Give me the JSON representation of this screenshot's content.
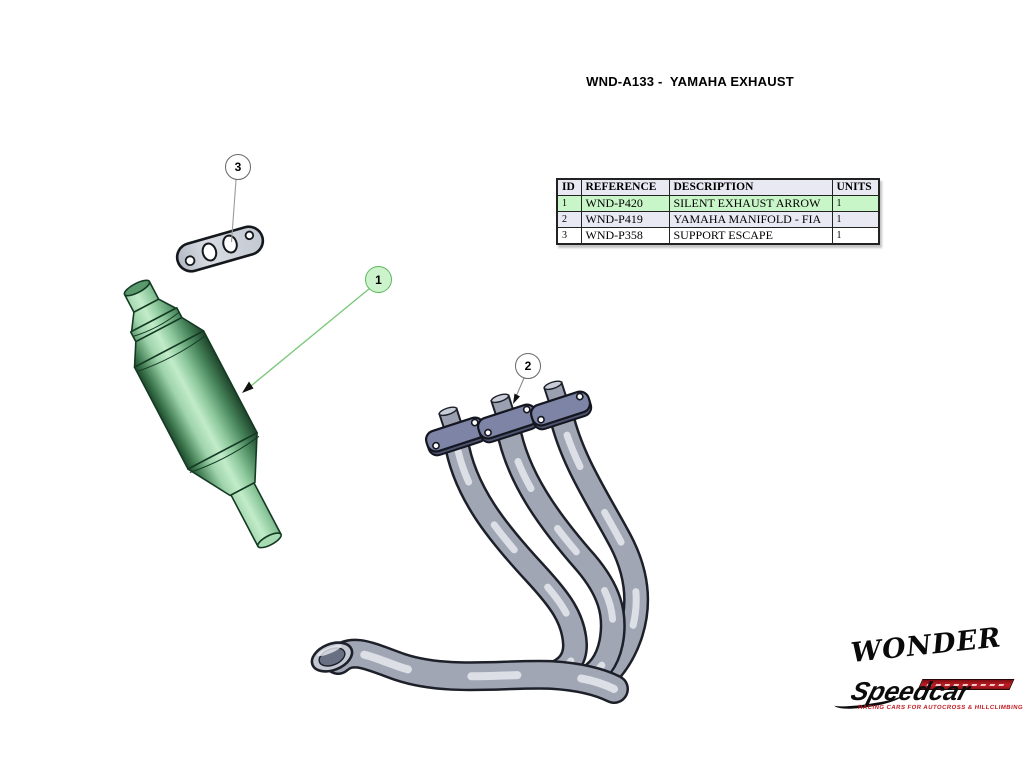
{
  "header": {
    "title": "WND-A133 -  YAMAHA EXHAUST"
  },
  "bom_table": {
    "columns": [
      "ID",
      "REFERENCE",
      "DESCRIPTION",
      "UNITS"
    ],
    "rows": [
      {
        "id": "1",
        "reference": "WND-P420",
        "description": "SILENT EXHAUST ARROW",
        "units": "1"
      },
      {
        "id": "2",
        "reference": "WND-P419",
        "description": "YAMAHA MANIFOLD - FIA",
        "units": "1"
      },
      {
        "id": "3",
        "reference": "WND-P358",
        "description": "SUPPORT ESCAPE",
        "units": "1"
      }
    ]
  },
  "callouts": {
    "balloon_1": "1",
    "balloon_2": "2",
    "balloon_3": "3"
  },
  "logos": {
    "wonder": "WONDER",
    "speedcar": "Speedcar",
    "speedcar_tagline": "RACING CARS FOR AUTOCROSS & HILLCLIMBING"
  },
  "colors": {
    "row_highlight_green": "#c9f6c9",
    "row_lavender": "#e9e9f4",
    "balloon_green_fill": "#cdf3cd",
    "balloon_green_border": "#5db75d",
    "silencer_green": "#8cc79b",
    "pipe_gray": "#a0a6b4",
    "flange_blue_gray": "#7d84a6",
    "speedcar_red": "#c11d23"
  }
}
